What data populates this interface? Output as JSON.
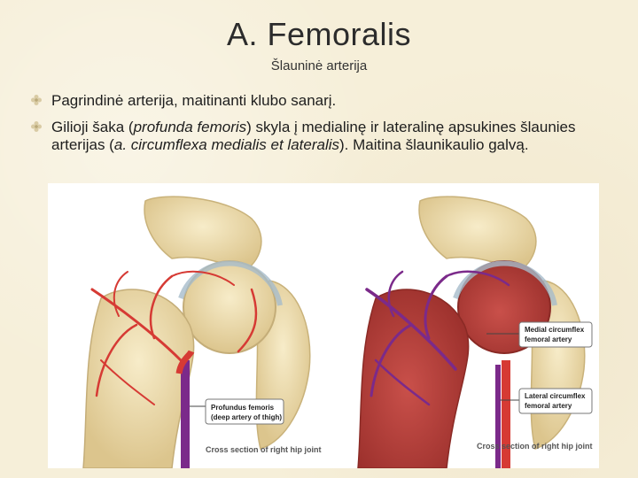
{
  "slide": {
    "title": "A. Femoralis",
    "subtitle": "Šlauninė arterija",
    "bullets": [
      {
        "text": "Pagrindinė arterija, maitinanti klubo sanarį."
      },
      {
        "parts": [
          "Gilioji šaka (",
          "profunda femoris",
          ") skyla į medialinę ir lateralinę apsukines šlaunies arterijas (",
          "a. circumflexa medialis et lateralis",
          "). Maitina šlaunikaulio galvą."
        ]
      }
    ],
    "figure": {
      "left_panel": {
        "callout_line1": "Profundus femoris",
        "callout_line2": "(deep artery of thigh)",
        "caption": "Cross section of right hip joint"
      },
      "right_panel": {
        "callout_medial_line1": "Medial circumflex",
        "callout_medial_line2": "femoral artery",
        "callout_lateral_line1": "Lateral circumflex",
        "callout_lateral_line2": "femoral artery",
        "caption": "Cross section of right hip joint"
      }
    },
    "colors": {
      "background": "#f6efd9",
      "artery": "#d63a34",
      "vein": "#7b2a8a",
      "bone": "#e9d8a6"
    }
  }
}
